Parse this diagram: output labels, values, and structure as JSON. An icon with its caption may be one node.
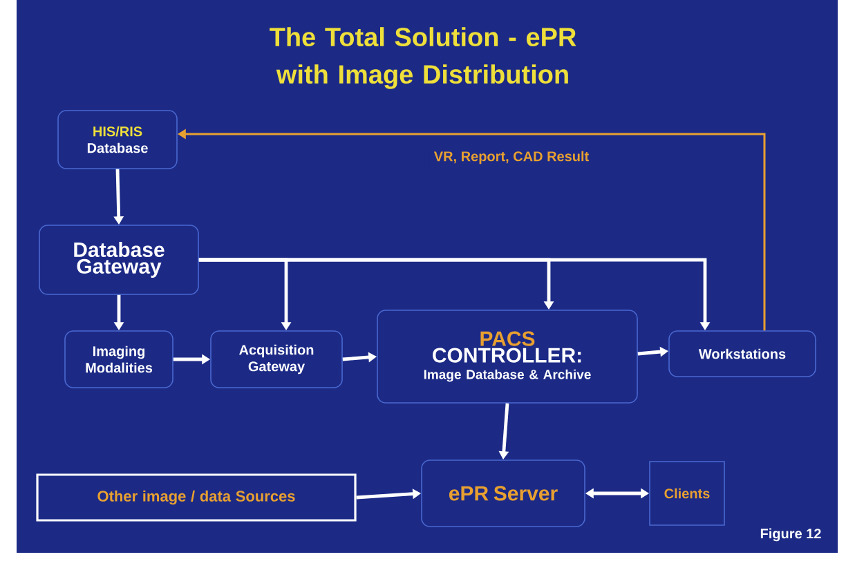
{
  "diagram": {
    "title": "The Total Solution - ePR with Image Distribution",
    "nodes": [
      {
        "text": [
          "HIS/RIS",
          "Database"
        ]
      },
      {
        "text": [
          "Database Gateway"
        ]
      },
      {
        "text": [
          "Imaging Modalities"
        ]
      },
      {
        "text": [
          "Acquisition Gateway"
        ]
      },
      {
        "text": [
          "PACS",
          "CONTROLLER:",
          "Image Database & Archive"
        ]
      },
      {
        "text": [
          "Workstations"
        ]
      },
      {
        "text": [
          "Other image / data Sources"
        ]
      },
      {
        "text": [
          "ePR Server"
        ]
      },
      {
        "text": [
          "Clients"
        ]
      }
    ],
    "edges": [
      {
        "from": 0,
        "to": 1,
        "arrow": "to"
      },
      {
        "from": 1,
        "to": 2,
        "arrow": "to"
      },
      {
        "from": 1,
        "to": 3,
        "arrow": "to"
      },
      {
        "from": 1,
        "to": 4,
        "arrow": "to"
      },
      {
        "from": 1,
        "to": 5,
        "arrow": "to"
      },
      {
        "from": 2,
        "to": 3,
        "arrow": "to"
      },
      {
        "from": 3,
        "to": 4,
        "arrow": "to"
      },
      {
        "from": 4,
        "to": 5,
        "arrow": "to"
      },
      {
        "from": 4,
        "to": 7,
        "arrow": "to"
      },
      {
        "from": 6,
        "to": 7,
        "arrow": "to"
      },
      {
        "from": 7,
        "to": 8,
        "arrow": "both"
      },
      {
        "from": 5,
        "to": 0,
        "arrow": "to",
        "color": "#e8a030",
        "label": "VR, Report, CAD Result"
      }
    ],
    "labels": [
      "Figure 12"
    ]
  }
}
